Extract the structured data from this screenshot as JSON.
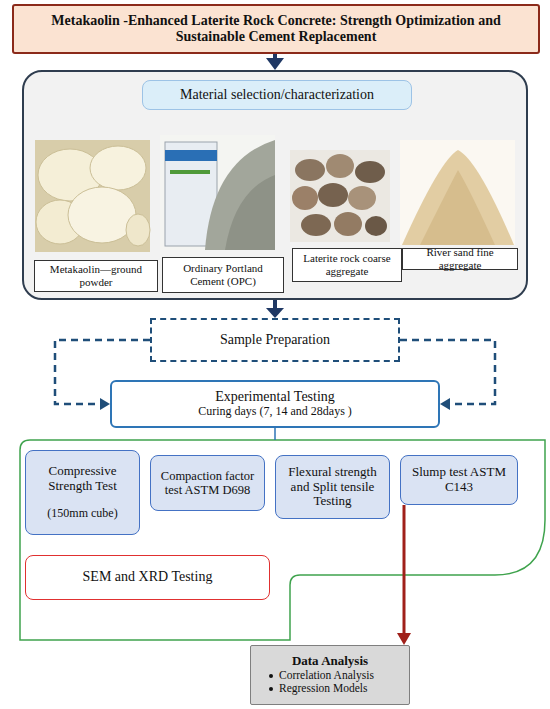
{
  "diagram": {
    "nodes": [
      {
        "text": [
          "Metakaolin -Enhanced Laterite Rock Concrete: Strength Optimization and Sustainable Cement Replacement"
        ]
      },
      {
        "text": [
          "Material selection/characterization"
        ]
      },
      {
        "text": [
          "Metakaolin—ground powder"
        ],
        "in": 1
      },
      {
        "text": [
          "Ordinary Portland Cement (OPC)"
        ],
        "in": 1
      },
      {
        "text": [
          "Laterite rock coarse aggregate"
        ],
        "in": 1
      },
      {
        "text": [
          "River sand fine aggregate"
        ],
        "in": 1
      },
      {
        "text": [
          "Sample Preparation"
        ]
      },
      {
        "text": [
          "Experimental Testing",
          "Curing days (7, 14 and 28days )"
        ]
      },
      {
        "text": [
          "Compressive Strength Test",
          "(150mm cube)"
        ]
      },
      {
        "text": [
          "Compaction factor test ASTM D698"
        ]
      },
      {
        "text": [
          "Flexural strength and Split tensile Testing"
        ]
      },
      {
        "text": [
          "Slump test ASTM C143"
        ]
      },
      {
        "text": [
          "SEM and XRD Testing"
        ]
      },
      {
        "text": [
          "Data Analysis",
          "Correlation Analysis",
          "Regression Models"
        ]
      }
    ],
    "edges": [
      {
        "from": 0,
        "to": 1,
        "arrow": "to"
      },
      {
        "from": 1,
        "to": 6,
        "arrow": "to"
      },
      {
        "from": 6,
        "to": 7,
        "arrow": "to"
      },
      {
        "from": 6,
        "to": 7,
        "arrow": "to"
      },
      {
        "from": 11,
        "to": 13,
        "arrow": "to"
      }
    ]
  }
}
